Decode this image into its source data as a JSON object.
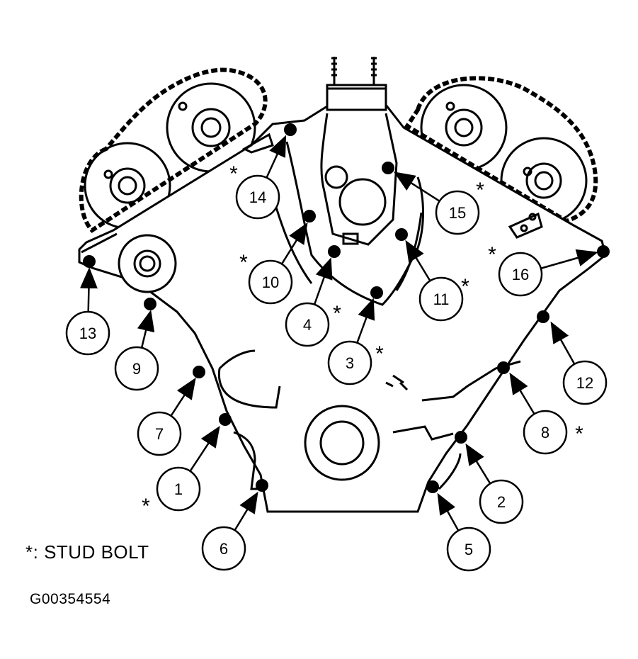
{
  "legend": {
    "marker": "*",
    "text": ": STUD BOLT"
  },
  "figure_id": "G00354554",
  "callouts": [
    {
      "label": "1",
      "stud": true
    },
    {
      "label": "2",
      "stud": false
    },
    {
      "label": "3",
      "stud": true
    },
    {
      "label": "4",
      "stud": true
    },
    {
      "label": "5",
      "stud": false
    },
    {
      "label": "6",
      "stud": false
    },
    {
      "label": "7",
      "stud": false
    },
    {
      "label": "8",
      "stud": true
    },
    {
      "label": "9",
      "stud": false
    },
    {
      "label": "10",
      "stud": true
    },
    {
      "label": "11",
      "stud": true
    },
    {
      "label": "12",
      "stud": false
    },
    {
      "label": "13",
      "stud": false
    },
    {
      "label": "14",
      "stud": true
    },
    {
      "label": "15",
      "stud": true
    },
    {
      "label": "16",
      "stud": true
    }
  ]
}
